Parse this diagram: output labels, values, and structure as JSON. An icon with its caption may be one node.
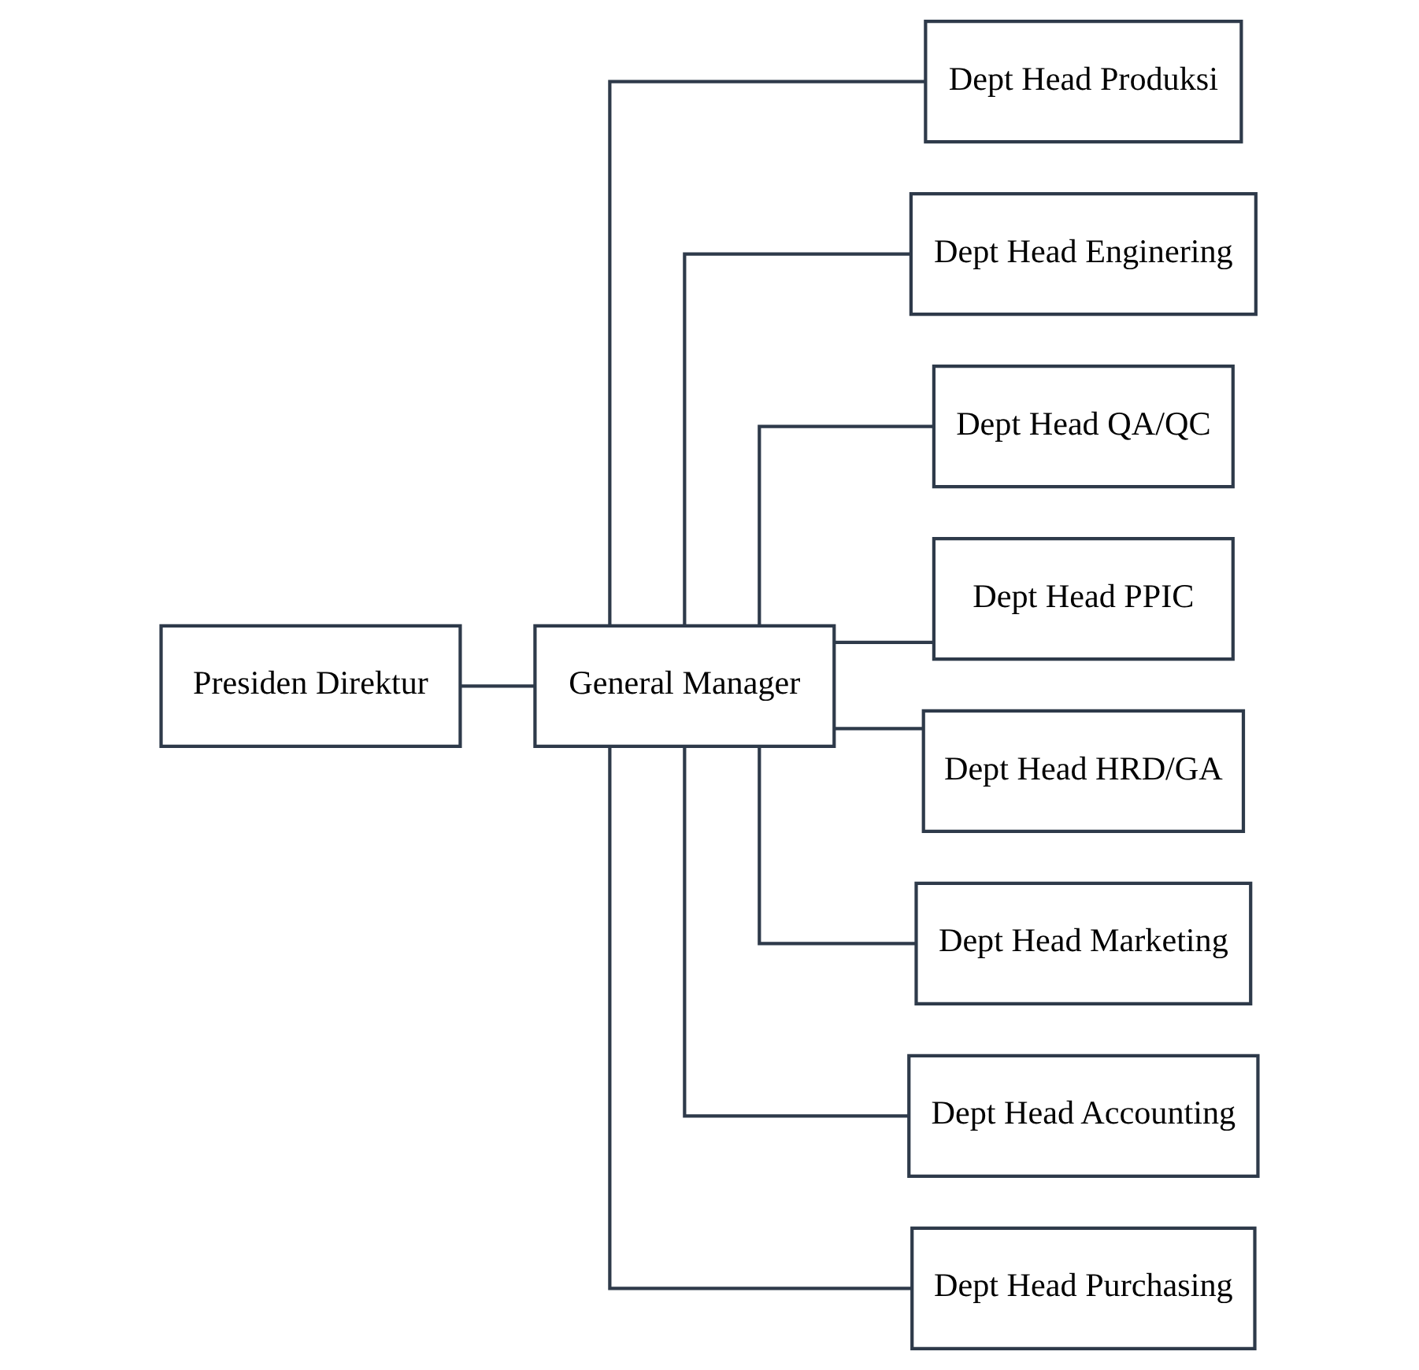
{
  "diagram": {
    "nodes": [
      {
        "text": [
          "Presiden Direktur"
        ]
      },
      {
        "text": [
          "General Manager"
        ]
      },
      {
        "text": [
          "Dept Head Produksi"
        ]
      },
      {
        "text": [
          "Dept Head Enginering"
        ]
      },
      {
        "text": [
          "Dept Head QA/QC"
        ]
      },
      {
        "text": [
          "Dept Head PPIC"
        ]
      },
      {
        "text": [
          "Dept Head HRD/GA"
        ]
      },
      {
        "text": [
          "Dept Head Marketing"
        ]
      },
      {
        "text": [
          "Dept Head Accounting"
        ]
      },
      {
        "text": [
          "Dept Head Purchasing"
        ]
      }
    ],
    "edges": [
      {
        "from": 0,
        "to": 1,
        "arrow": "none"
      },
      {
        "from": 1,
        "to": 2,
        "arrow": "none"
      },
      {
        "from": 1,
        "to": 3,
        "arrow": "none"
      },
      {
        "from": 1,
        "to": 4,
        "arrow": "none"
      },
      {
        "from": 1,
        "to": 5,
        "arrow": "none"
      },
      {
        "from": 1,
        "to": 6,
        "arrow": "none"
      },
      {
        "from": 1,
        "to": 7,
        "arrow": "none"
      },
      {
        "from": 1,
        "to": 8,
        "arrow": "none"
      },
      {
        "from": 1,
        "to": 9,
        "arrow": "none"
      }
    ]
  }
}
